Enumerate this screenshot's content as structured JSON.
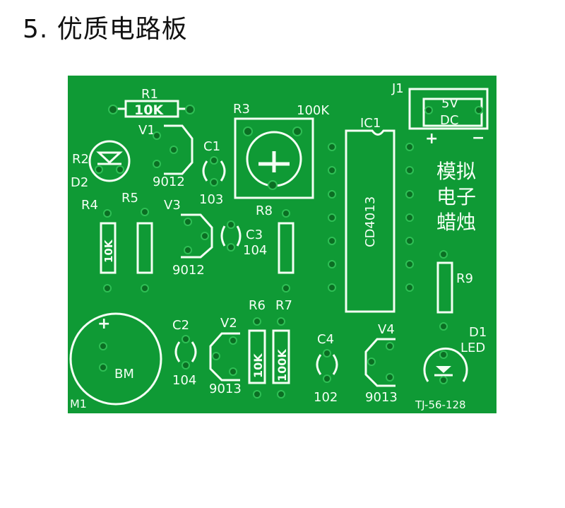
{
  "heading": "5. 优质电路板",
  "board": {
    "labels": {
      "r1": "R1",
      "r1_value": "10K",
      "r2": "R2",
      "d2": "D2",
      "v1": "V1",
      "v1_part": "9012",
      "c1": "C1",
      "c1_value": "103",
      "r3": "R3",
      "r3_value": "100K",
      "ic1": "IC1",
      "ic1_part": "CD4013",
      "j1": "J1",
      "j1_voltage": "5V",
      "j1_type": "DC",
      "plus": "+",
      "minus": "−",
      "title_line1": "模拟",
      "title_line2": "电子",
      "title_line3": "蜡烛",
      "r4": "R4",
      "r5": "R5",
      "v3": "V3",
      "v3_part": "9012",
      "c3": "C3",
      "c3_value": "104",
      "r8": "R8",
      "r9": "R9",
      "r6": "R6",
      "r6_value": "10K",
      "r7": "R7",
      "r7_value": "100K",
      "c2": "C2",
      "c2_value": "104",
      "v2": "V2",
      "v2_part": "9013",
      "c4": "C4",
      "c4_value": "102",
      "v4": "V4",
      "v4_part": "9013",
      "d1": "D1",
      "d1_type": "LED",
      "bm": "BM",
      "bm_plus": "+",
      "m1": "M1",
      "board_code": "TJ-56-128"
    }
  },
  "colors": {
    "board": "#0f9a35",
    "pad": "#0b6e23",
    "silkscreen": "#f4fff4"
  }
}
